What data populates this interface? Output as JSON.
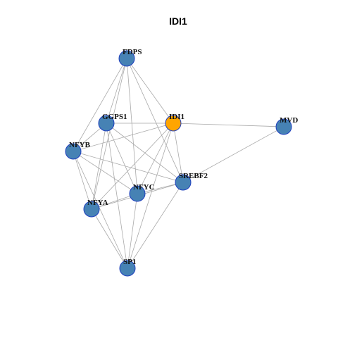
{
  "title": "IDI1",
  "colors": {
    "node_default": "#4682b4",
    "node_highlight": "#ffa500",
    "node_border": "#1f3fbf",
    "edge": "#a9a9a9"
  },
  "nodes": [
    {
      "id": "FDPS",
      "label": "FDPS",
      "highlight": false
    },
    {
      "id": "GGPS1",
      "label": "GGPS1",
      "highlight": false
    },
    {
      "id": "IDI1",
      "label": "IDI1",
      "highlight": true
    },
    {
      "id": "MVD",
      "label": "MVD",
      "highlight": false
    },
    {
      "id": "NFYB",
      "label": "NFYB",
      "highlight": false
    },
    {
      "id": "SREBF2",
      "label": "SREBF2",
      "highlight": false
    },
    {
      "id": "NFYC",
      "label": "NFYC",
      "highlight": false
    },
    {
      "id": "NFYA",
      "label": "NFYA",
      "highlight": false
    },
    {
      "id": "SP1",
      "label": "SP1",
      "highlight": false
    }
  ],
  "edges": [
    [
      "FDPS",
      "GGPS1"
    ],
    [
      "FDPS",
      "IDI1"
    ],
    [
      "FDPS",
      "NFYB"
    ],
    [
      "FDPS",
      "SREBF2"
    ],
    [
      "FDPS",
      "NFYC"
    ],
    [
      "FDPS",
      "NFYA"
    ],
    [
      "GGPS1",
      "IDI1"
    ],
    [
      "GGPS1",
      "NFYB"
    ],
    [
      "GGPS1",
      "SREBF2"
    ],
    [
      "GGPS1",
      "NFYC"
    ],
    [
      "GGPS1",
      "NFYA"
    ],
    [
      "GGPS1",
      "SP1"
    ],
    [
      "IDI1",
      "MVD"
    ],
    [
      "IDI1",
      "NFYB"
    ],
    [
      "IDI1",
      "SREBF2"
    ],
    [
      "IDI1",
      "NFYC"
    ],
    [
      "IDI1",
      "NFYA"
    ],
    [
      "IDI1",
      "SP1"
    ],
    [
      "MVD",
      "SREBF2"
    ],
    [
      "NFYB",
      "SREBF2"
    ],
    [
      "NFYB",
      "NFYC"
    ],
    [
      "NFYB",
      "NFYA"
    ],
    [
      "NFYB",
      "SP1"
    ],
    [
      "SREBF2",
      "NFYC"
    ],
    [
      "SREBF2",
      "NFYA"
    ],
    [
      "SREBF2",
      "SP1"
    ],
    [
      "NFYC",
      "NFYA"
    ],
    [
      "NFYC",
      "SP1"
    ],
    [
      "NFYA",
      "SP1"
    ]
  ]
}
